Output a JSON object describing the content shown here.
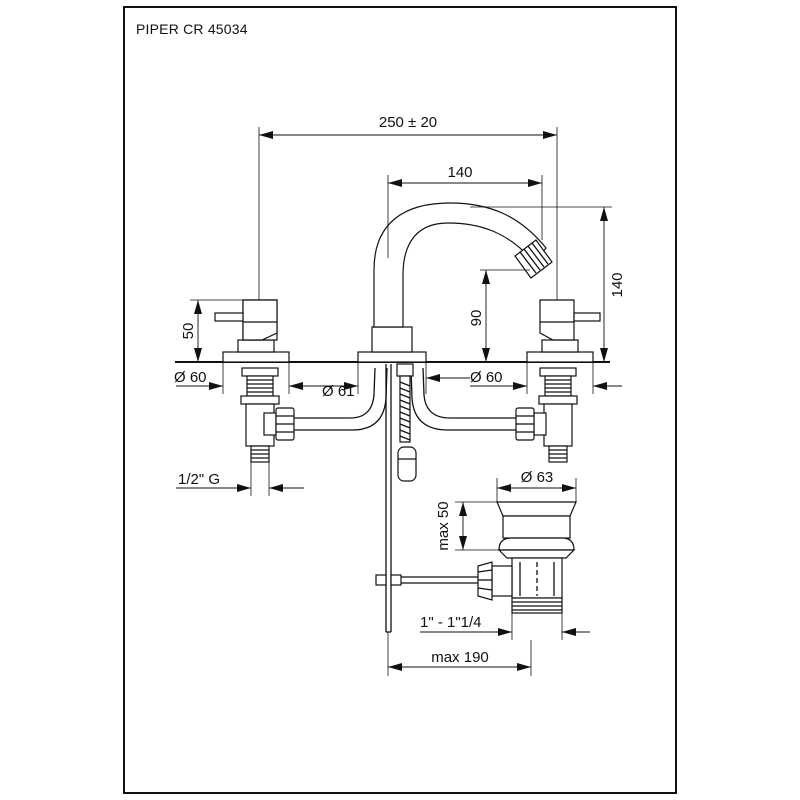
{
  "title": "PIPER CR 45034",
  "dimensions": {
    "overall_width": "250 ± 20",
    "spout_reach": "140",
    "spout_height": "140",
    "spout_outlet_height": "90",
    "handle_height": "50",
    "left_base_dia": "Ø 60",
    "spout_base_dia": "Ø 61",
    "right_base_dia": "Ø 60",
    "inlet_thread": "1/2\" G",
    "waste_dia": "Ø 63",
    "waste_height": "max 50",
    "waste_thread": "1\" - 1\"1/4",
    "rod_length": "max 190"
  }
}
